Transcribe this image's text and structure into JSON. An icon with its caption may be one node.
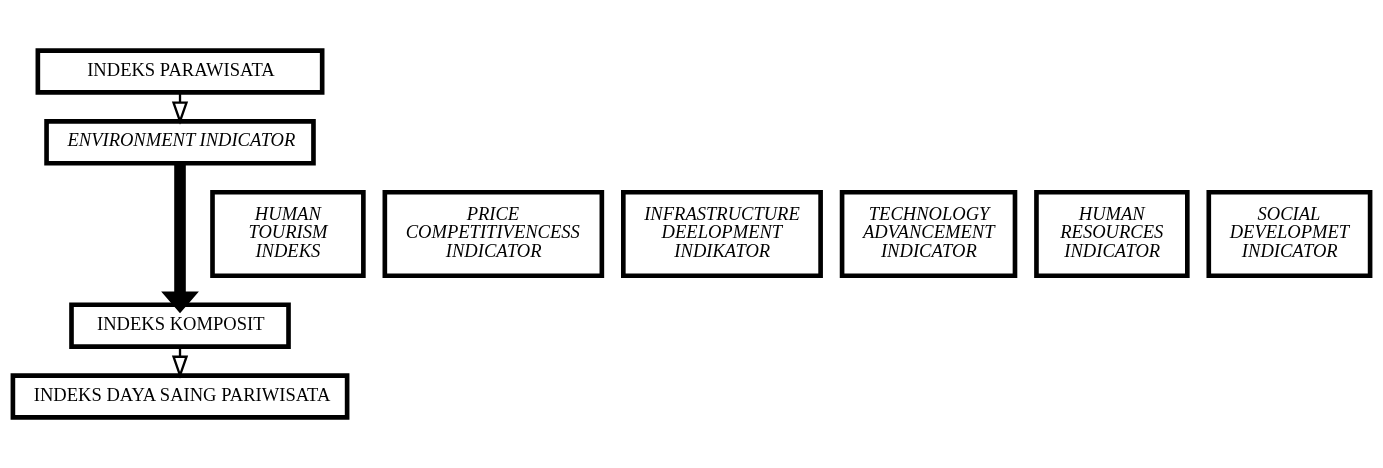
{
  "diagram": {
    "nodes": [
      {
        "text": [
          "INDEKS PARAWISATA"
        ]
      },
      {
        "text": [
          "ENVIRONMENT INDICATOR"
        ]
      },
      {
        "text": [
          "HUMAN TOURISM INDEKS"
        ]
      },
      {
        "text": [
          "PRICE COMPETITIVENCESS INDICATOR"
        ]
      },
      {
        "text": [
          "INFRASTRUCTURE DEELOPMENT INDIKATOR"
        ]
      },
      {
        "text": [
          "TECHNOLOGY ADVANCEMENT INDICATOR"
        ]
      },
      {
        "text": [
          "HUMAN RESOURCES INDICATOR"
        ]
      },
      {
        "text": [
          "SOCIAL DEVELOPMET INDICATOR"
        ]
      },
      {
        "text": [
          "INDEKS KOMPOSIT"
        ]
      },
      {
        "text": [
          "INDEKS DAYA SAING PARIWISATA"
        ]
      }
    ],
    "edges": [
      {
        "from": 0,
        "to": 1,
        "arrow": "to"
      },
      {
        "from": 1,
        "to": 8,
        "arrow": "to",
        "style": "thick"
      },
      {
        "from": 8,
        "to": 9,
        "arrow": "to"
      }
    ]
  }
}
